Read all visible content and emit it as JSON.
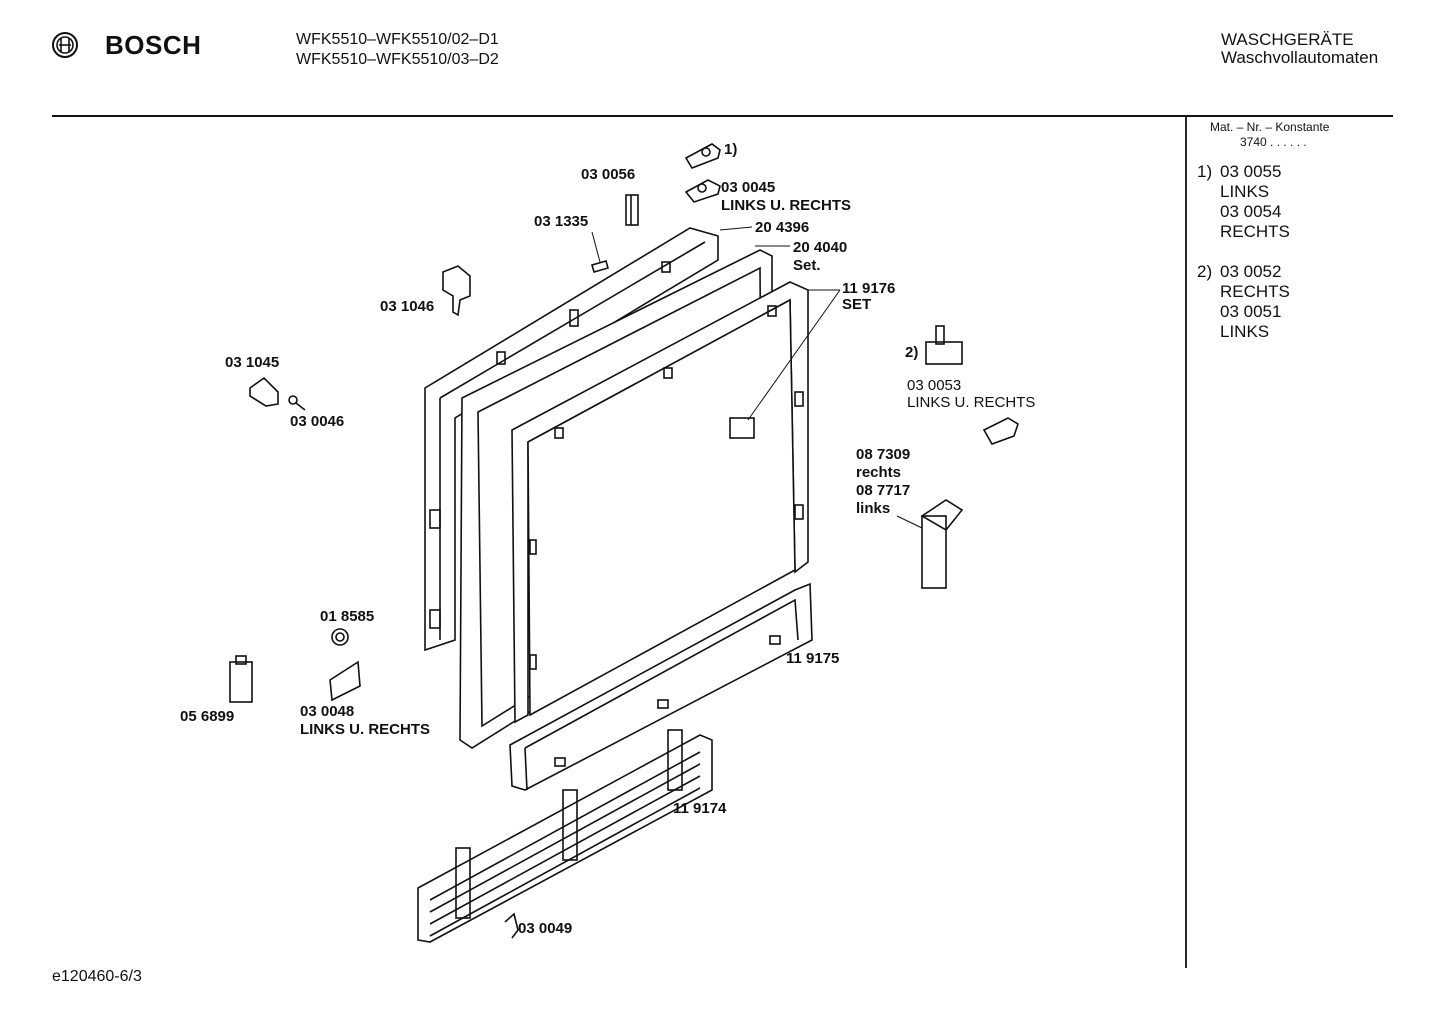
{
  "header": {
    "brand": "BOSCH",
    "models": [
      "WFK5510–WFK5510/02–D1",
      "WFK5510–WFK5510/03–D2"
    ],
    "category": "WASCHGERÄTE",
    "subcategory": "Waschvollautomaten"
  },
  "sidebar": {
    "header_line1": "Mat. – Nr. – Konstante",
    "header_line2": "3740 . . . . . .",
    "note1": {
      "marker": "1)",
      "lines": [
        "03 0055",
        "LINKS",
        "03 0054",
        "RECHTS"
      ]
    },
    "note2": {
      "marker": "2)",
      "lines": [
        "03 0052",
        "RECHTS",
        "03 0051",
        "LINKS"
      ]
    }
  },
  "parts": {
    "p030056": "03 0056",
    "p030045": "03 0045",
    "p030045_desc": "LINKS U. RECHTS",
    "mark1": "1)",
    "p031335": "03 1335",
    "p204396": "20 4396",
    "p204040": "20 4040",
    "p204040_desc": "Set.",
    "p119176": "11 9176",
    "p119176_desc": "SET",
    "p031046": "03 1046",
    "p031045": "03 1045",
    "p030046": "03 0046",
    "mark2": "2)",
    "p030053": "03 0053",
    "p030053_desc": "LINKS U. RECHTS",
    "p087309": "08 7309",
    "p087309_desc": "rechts",
    "p087717": "08 7717",
    "p087717_desc": "links",
    "p018585": "01 8585",
    "p119175": "11 9175",
    "p056899": "05 6899",
    "p030048": "03 0048",
    "p030048_desc": "LINKS U. RECHTS",
    "p119174": "11 9174",
    "p030049": "03 0049"
  },
  "footer": {
    "code": "e120460-6/3"
  }
}
